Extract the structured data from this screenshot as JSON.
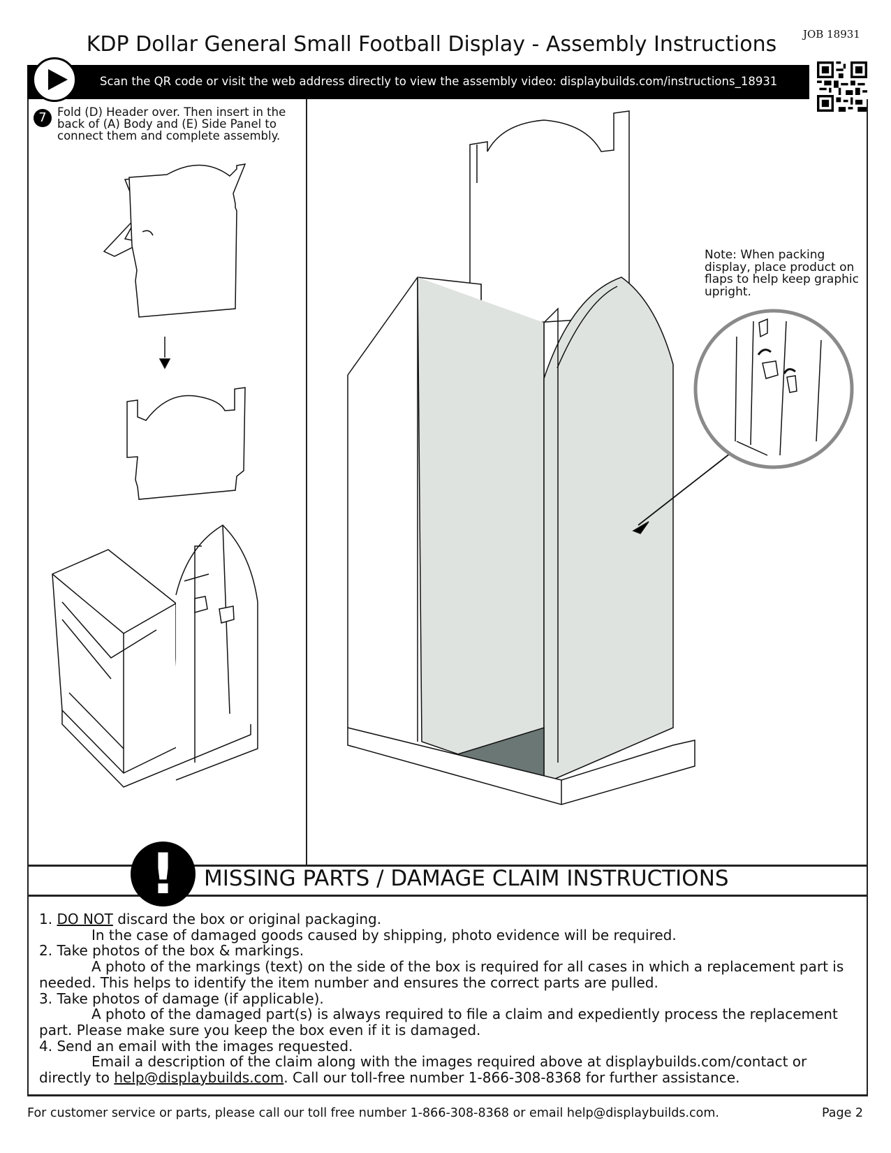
{
  "header": {
    "job": "JOB 18931",
    "title": "KDP Dollar General Small Football Display - Assembly Instructions",
    "banner_text": "Scan the QR code or visit the web address directly to view the assembly video: displaybuilds.com/instructions_18931"
  },
  "step": {
    "number": "7",
    "text": "Fold (D) Header over. Then insert in the back of (A) Body and (E) Side Panel to connect them and complete assembly."
  },
  "note": "Note: When packing display, place product on flaps to help keep graphic upright.",
  "missing_parts": {
    "icon": "!",
    "title": "MISSING PARTS / DAMAGE CLAIM INSTRUCTIONS",
    "items": [
      {
        "num": "1. ",
        "emph": "DO NOT",
        "head": " discard the box or original packaging.",
        "detail": "In the case of damaged goods caused by shipping, photo evidence will be required."
      },
      {
        "num": "2. ",
        "head": "Take photos of the box & markings.",
        "detail": "A photo of the markings (text) on the side of the box is required for all cases in which a replacement part is needed. This helps to identify the item number and ensures the correct parts are pulled."
      },
      {
        "num": "3. ",
        "head": "Take photos of damage (if applicable).",
        "detail": "A photo of the damaged part(s) is always required to file a claim and expediently process the replacement part. Please make sure you keep the box even if it is damaged."
      },
      {
        "num": "4. ",
        "head": "Send an email with the images requested.",
        "detail_a": "Email a description of the claim along with the images required above at displaybuilds.com/contact or directly to ",
        "email": "help@displaybuilds.com",
        "detail_b": ". Call our toll-free number 1-866-308-8368 for further assistance."
      }
    ]
  },
  "footer": {
    "text": "For customer service or parts, please call our toll free number 1-866-308-8368 or email help@displaybuilds.com.",
    "page": "Page 2"
  }
}
